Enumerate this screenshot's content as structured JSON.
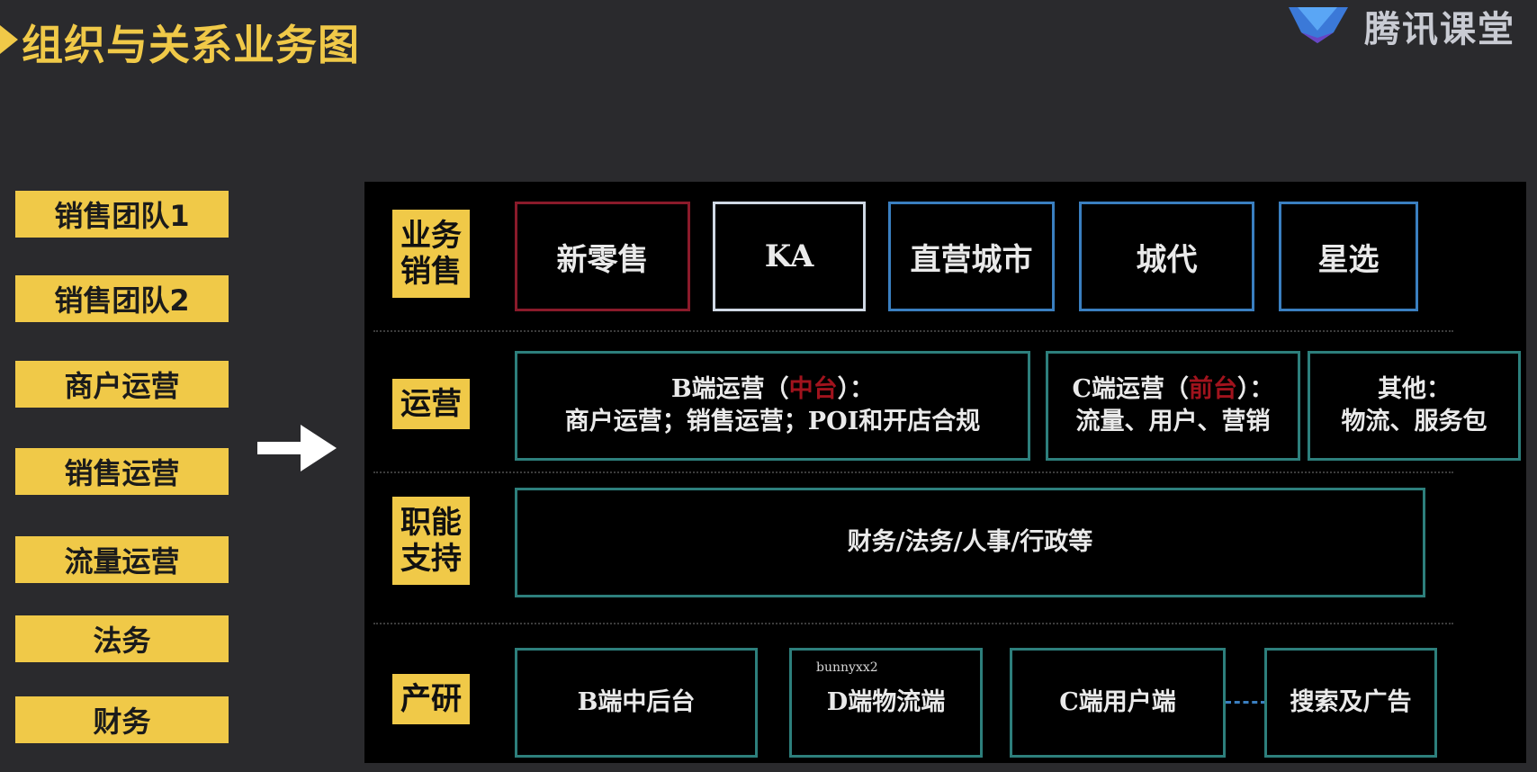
{
  "header": {
    "title": "组织与关系业务图",
    "logo_text": "腾讯课堂"
  },
  "left_tags": [
    "销售团队1",
    "销售团队2",
    "商户运营",
    "销售运营",
    "流量运营",
    "法务",
    "财务"
  ],
  "watermarks": [
    "bunnyxx2"
  ],
  "rows": {
    "sales": {
      "tag": "业务销售",
      "boxes": [
        "新零售",
        "KA",
        "直营城市",
        "城代",
        "星选"
      ]
    },
    "ops": {
      "tag": "运营",
      "b_line1_prefix": "B端运营（",
      "b_line1_red": "中台",
      "b_line1_suffix": "）：",
      "b_line2": "商户运营；销售运营；POI和开店合规",
      "c_line1_prefix": "C端运营（",
      "c_line1_red": "前台",
      "c_line1_suffix": "）：",
      "c_line2": "流量、用户、营销",
      "other_line1": "其他：",
      "other_line2": "物流、服务包"
    },
    "support": {
      "tag": "职能支持",
      "box": "财务/法务/人事/行政等"
    },
    "rnd": {
      "tag": "产研",
      "boxes": [
        "B端中后台",
        "D端物流端",
        "C端用户端",
        "搜索及广告"
      ]
    }
  },
  "colors": {
    "accent": "#f0c948",
    "red_border": "#8a1a2a",
    "blue_border": "#3a7fc0",
    "teal_border": "#2d7f7c",
    "white_border": "#cfd8e4",
    "red_text": "#a1131d"
  }
}
